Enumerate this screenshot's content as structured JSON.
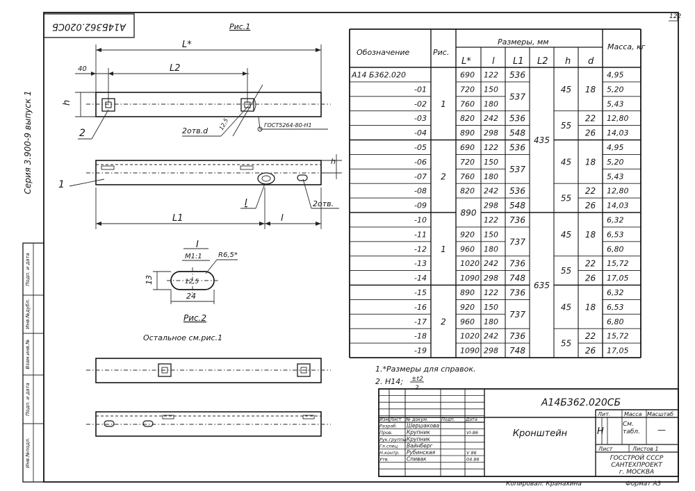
{
  "page_number": "122",
  "doc_stamp": "А14Б362.020СБ",
  "series": "Серия 3.900-9 выпуск 1",
  "fig1": {
    "title": "Рис.1",
    "dim_Lstar": "L*",
    "dim_40": "40",
    "dim_L2": "L2",
    "dim_h": "h",
    "dim_L1": "L1",
    "dim_l": "l",
    "callout_1": "1",
    "callout_2": "2",
    "holes_d": "2отв.d",
    "holes_2": "2отв.",
    "weld_size": "12,5",
    "gost": "ГОСТ5264-80-Н1",
    "view_mark": "I"
  },
  "detail": {
    "mark": "I",
    "scale": "М1:1",
    "radius": "R6,5*",
    "height": "13",
    "inner": "12,5",
    "width": "24"
  },
  "fig2": {
    "title": "Рис.2",
    "rest": "Остальное см.рис.1"
  },
  "table": {
    "header_designation": "Обозначение",
    "header_fig": "Рис.",
    "header_dims": "Размеры, мм",
    "header_mass": "Масса, кг",
    "col_Lstar": "L*",
    "col_l": "l",
    "col_L1": "L1",
    "col_L2": "L2",
    "col_h": "h",
    "col_d": "d",
    "designations": [
      "А14 Б362.020",
      "-01",
      "-02",
      "-03",
      "-04",
      "-05",
      "-06",
      "-07",
      "-08",
      "-09",
      "-10",
      "-11",
      "-12",
      "-13",
      "-14",
      "-15",
      "-16",
      "-17",
      "-18",
      "-19"
    ],
    "Lstar": [
      "690",
      "720",
      "760",
      "820",
      "890",
      "690",
      "720",
      "760",
      "820",
      "",
      "",
      "920",
      "960",
      "1020",
      "1090",
      "890",
      "920",
      "960",
      "1020",
      "1090"
    ],
    "Lstar_merged": [
      {
        "text": "890",
        "row_start": 9,
        "rows": 2
      }
    ],
    "l": [
      "122",
      "150",
      "180",
      "242",
      "298",
      "122",
      "150",
      "180",
      "242",
      "298",
      "122",
      "150",
      "180",
      "242",
      "298",
      "122",
      "150",
      "180",
      "242",
      "298"
    ],
    "L1": [
      {
        "text": "536",
        "row_start": 0,
        "rows": 1
      },
      {
        "text": "537",
        "row_start": 1,
        "rows": 2
      },
      {
        "text": "536",
        "row_start": 3,
        "rows": 1
      },
      {
        "text": "548",
        "row_start": 4,
        "rows": 1
      },
      {
        "text": "536",
        "row_start": 5,
        "rows": 1
      },
      {
        "text": "537",
        "row_start": 6,
        "rows": 2
      },
      {
        "text": "536",
        "row_start": 8,
        "rows": 1
      },
      {
        "text": "548",
        "row_start": 9,
        "rows": 1
      },
      {
        "text": "736",
        "row_start": 10,
        "rows": 1
      },
      {
        "text": "737",
        "row_start": 11,
        "rows": 2
      },
      {
        "text": "736",
        "row_start": 13,
        "rows": 1
      },
      {
        "text": "748",
        "row_start": 14,
        "rows": 1
      },
      {
        "text": "736",
        "row_start": 15,
        "rows": 1
      },
      {
        "text": "737",
        "row_start": 16,
        "rows": 2
      },
      {
        "text": "736",
        "row_start": 18,
        "rows": 1
      },
      {
        "text": "748",
        "row_start": 19,
        "rows": 1
      }
    ],
    "fig": [
      {
        "text": "1",
        "row_start": 0,
        "rows": 5
      },
      {
        "text": "2",
        "row_start": 5,
        "rows": 5
      },
      {
        "text": "1",
        "row_start": 10,
        "rows": 5
      },
      {
        "text": "2",
        "row_start": 15,
        "rows": 5
      }
    ],
    "L2": [
      {
        "text": "435",
        "row_start": 0,
        "rows": 10
      },
      {
        "text": "635",
        "row_start": 10,
        "rows": 10
      }
    ],
    "h": [
      {
        "text": "45",
        "row_start": 0,
        "rows": 3
      },
      {
        "text": "55",
        "row_start": 3,
        "rows": 2
      },
      {
        "text": "45",
        "row_start": 5,
        "rows": 3
      },
      {
        "text": "55",
        "row_start": 8,
        "rows": 2
      },
      {
        "text": "45",
        "row_start": 10,
        "rows": 3
      },
      {
        "text": "55",
        "row_start": 13,
        "rows": 2
      },
      {
        "text": "45",
        "row_start": 15,
        "rows": 3
      },
      {
        "text": "55",
        "row_start": 18,
        "rows": 2
      }
    ],
    "d": [
      {
        "text": "18",
        "row_start": 0,
        "rows": 3
      },
      {
        "text": "22",
        "row_start": 3,
        "rows": 1
      },
      {
        "text": "26",
        "row_start": 4,
        "rows": 1
      },
      {
        "text": "18",
        "row_start": 5,
        "rows": 3
      },
      {
        "text": "22",
        "row_start": 8,
        "rows": 1
      },
      {
        "text": "26",
        "row_start": 9,
        "rows": 1
      },
      {
        "text": "18",
        "row_start": 10,
        "rows": 3
      },
      {
        "text": "22",
        "row_start": 13,
        "rows": 1
      },
      {
        "text": "26",
        "row_start": 14,
        "rows": 1
      },
      {
        "text": "18",
        "row_start": 15,
        "rows": 3
      },
      {
        "text": "22",
        "row_start": 18,
        "rows": 1
      },
      {
        "text": "26",
        "row_start": 19,
        "rows": 1
      }
    ],
    "mass": [
      "4,95",
      "5,20",
      "5,43",
      "12,80",
      "14,03",
      "4,95",
      "5,20",
      "5,43",
      "12,80",
      "14,03",
      "6,32",
      "6,53",
      "6,80",
      "15,72",
      "17,05",
      "6,32",
      "6,53",
      "6,80",
      "15,72",
      "17,05"
    ]
  },
  "notes": {
    "n1": "1.*Размеры для справок.",
    "n2_prefix": "2. Н14;",
    "n2_num": "±t2",
    "n2_den": "2"
  },
  "stamp": {
    "code": "А14Б362.020СБ",
    "name": "Кронштейн",
    "lit_label": "Лит.",
    "mass_label": "Масса",
    "scale_label": "Масштаб",
    "lit_value": "Н",
    "mass_value": "См. табл.",
    "scale_value": "—",
    "sheet_label": "Лист",
    "sheets_label": "Листов 1",
    "org1": "ГОССТРОЙ СССР",
    "org2": "САНТЕХПРОЕКТ",
    "org3": "г. МОСКВА",
    "header_cols": [
      "Изм.",
      "Лист",
      "№ докум.",
      "Подп.",
      "Дата"
    ],
    "rows": [
      {
        "role": "Разраб.",
        "name": "Шершакова",
        "date": ""
      },
      {
        "role": "Пров.",
        "name": "Крупник",
        "date": "VI-86"
      },
      {
        "role": "Рук.группы",
        "name": "Крупник",
        "date": ""
      },
      {
        "role": "Гл.спец.",
        "name": "Вайнберг",
        "date": ""
      },
      {
        "role": "Н.контр.",
        "name": "Рубинская",
        "date": "V 86"
      },
      {
        "role": "Утв.",
        "name": "Спивак",
        "date": "04.86"
      }
    ]
  },
  "copied": "Копировал: Кранахина",
  "format": "Формат А3",
  "margin_labels": [
    "Инв.№подл.",
    "Подп. и дата",
    "Взам.инв.№",
    "Инв.№дубл.",
    "Подп. и дата"
  ],
  "colors": {
    "ink": "#141414",
    "paper": "#ffffff"
  }
}
